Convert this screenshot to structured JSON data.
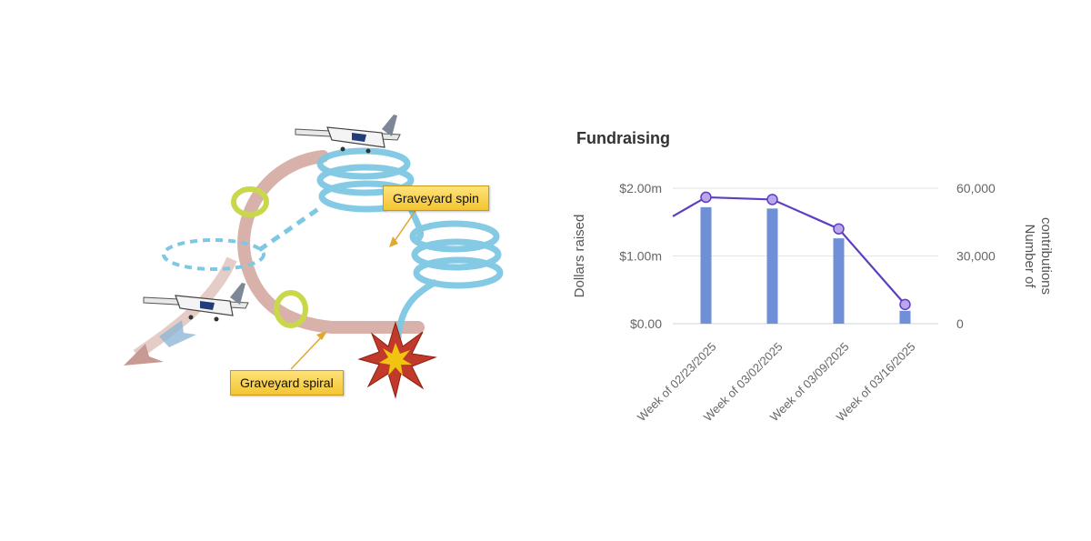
{
  "illustration": {
    "callouts": [
      "Graveyard spin",
      "Graveyard spiral"
    ],
    "icons": [
      "airplane-icon",
      "explosion-icon"
    ],
    "colors": {
      "spin": "#7ec8e3",
      "spiral": "#cfa39a",
      "label_bg": "#f7d44c"
    }
  },
  "chart_data": {
    "type": "bar",
    "title": "Fundraising",
    "categories": [
      "Week of 02/23/2025",
      "Week of 03/02/2025",
      "Week of 03/09/2025",
      "Week of 03/16/2025"
    ],
    "series": [
      {
        "name": "Dollars raised",
        "type": "bar",
        "axis": "left",
        "color": "#6f8fd6",
        "values": [
          1720000,
          1700000,
          1260000,
          190000
        ]
      },
      {
        "name": "Number of contributions",
        "type": "line",
        "axis": "right",
        "color": "#5d3fbf",
        "values": [
          56000,
          55000,
          42000,
          8500
        ]
      }
    ],
    "y_left": {
      "label": "Dollars raised",
      "ylim": [
        0,
        2000000
      ],
      "ticks": [
        0,
        1000000,
        2000000
      ],
      "tick_labels": [
        "$0.00",
        "$1.00m",
        "$2.00m"
      ]
    },
    "y_right": {
      "label": "Number of contributions",
      "label_lines": [
        "Number of",
        "contributions"
      ],
      "ylim": [
        0,
        60000
      ],
      "ticks": [
        0,
        30000,
        60000
      ],
      "tick_labels": [
        "0",
        "30,000",
        "60,000"
      ]
    },
    "grid": true,
    "legend": "none"
  }
}
